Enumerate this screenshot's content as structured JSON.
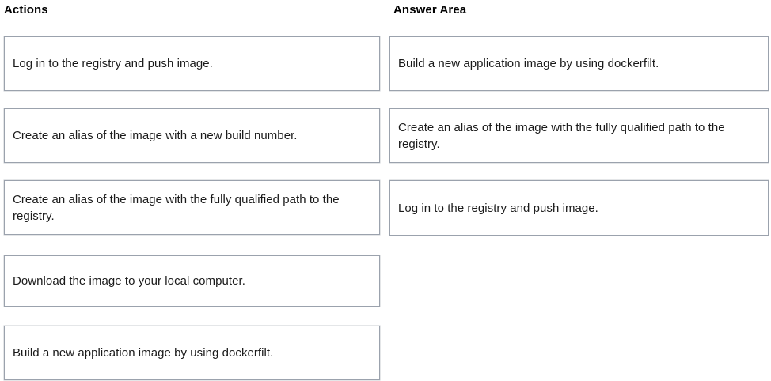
{
  "columns": {
    "actions": {
      "header": "Actions",
      "items": [
        {
          "label": "Log in to the registry and push image."
        },
        {
          "label": "Create an alias of the image with a new build number."
        },
        {
          "label": "Create an alias of the image with the fully qualified path to the registry."
        },
        {
          "label": "Download the image to your local computer."
        },
        {
          "label": "Build a new application image by using dockerfilt."
        }
      ]
    },
    "answer_area": {
      "header": "Answer Area",
      "items": [
        {
          "label": "Build a new application image by using dockerfilt."
        },
        {
          "label": "Create an alias of the image with the fully qualified path to the registry."
        },
        {
          "label": "Log in to the registry and push image."
        }
      ]
    }
  },
  "colors": {
    "background": "#ffffff",
    "card_background": "#ffffff",
    "card_border": "#9ba2ad",
    "header_text": "#000000",
    "body_text": "#1a1a1a"
  }
}
